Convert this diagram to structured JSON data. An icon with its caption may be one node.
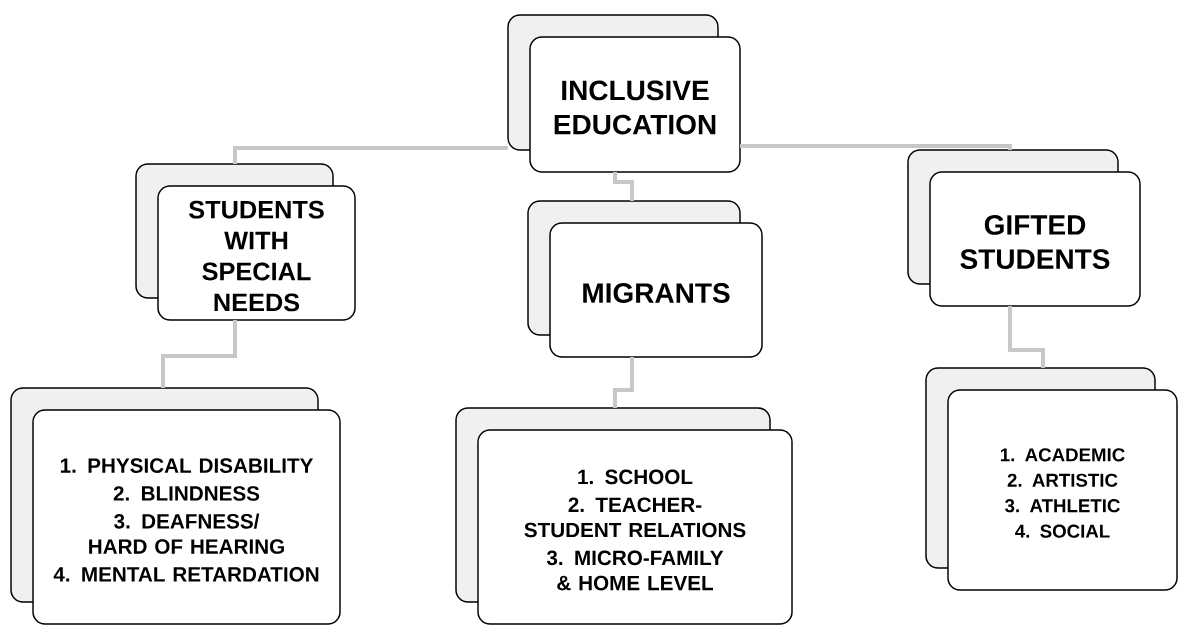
{
  "diagram": {
    "nodes": [
      {
        "text": [
          "INCLUSIVE EDUCATION"
        ]
      },
      {
        "text": [
          "STUDENTS WITH SPECIAL NEEDS"
        ]
      },
      {
        "text": [
          "MIGRANTS"
        ]
      },
      {
        "text": [
          "GIFTED STUDENTS"
        ]
      },
      {
        "text": [
          "1. PHYSICAL DISABILITY",
          "2. BLINDNESS",
          "3. DEAFNESS/ HARD OF HEARING",
          "4. MENTAL RETARDATION"
        ]
      },
      {
        "text": [
          "1. SCHOOL",
          "2. TEACHER-STUDENT RELATIONS",
          "3. MICRO-FAMILY & HOME LEVEL"
        ]
      },
      {
        "text": [
          "1. ACADEMIC",
          "2. ARTISTIC",
          "3. ATHLETIC",
          "4. SOCIAL"
        ]
      }
    ],
    "edges": [
      {
        "from": 0,
        "to": 1,
        "arrow": "none"
      },
      {
        "from": 0,
        "to": 2,
        "arrow": "none"
      },
      {
        "from": 0,
        "to": 3,
        "arrow": "none"
      },
      {
        "from": 1,
        "to": 4,
        "arrow": "none"
      },
      {
        "from": 2,
        "to": 5,
        "arrow": "none"
      },
      {
        "from": 3,
        "to": 6,
        "arrow": "none"
      }
    ]
  }
}
